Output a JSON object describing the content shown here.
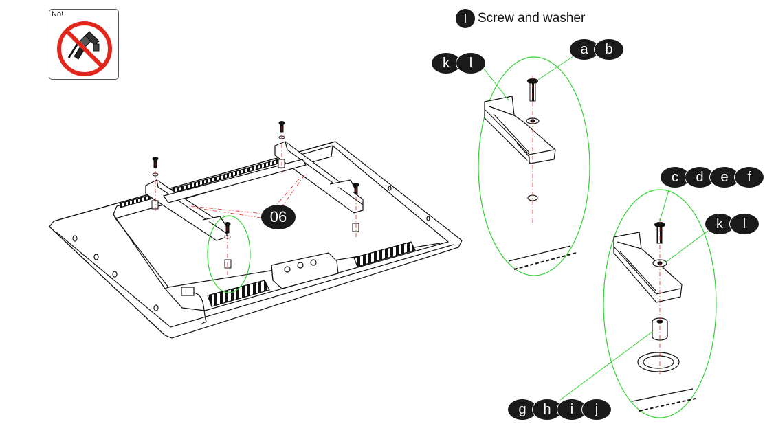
{
  "warning": {
    "label": "No!",
    "icon": "no-power-drill-icon"
  },
  "title": {
    "marker": "I",
    "text": "Screw and washer"
  },
  "main_callout": "06",
  "groups": {
    "top_right": [
      "a",
      "b"
    ],
    "top_left": [
      "k",
      "l"
    ],
    "lower_right": [
      "c",
      "d",
      "e",
      "f"
    ],
    "lower_mid": [
      "k",
      "l"
    ],
    "bottom": [
      "g",
      "h",
      "i",
      "j"
    ]
  },
  "colors": {
    "line": "#111111",
    "highlight": "#34d134",
    "centerline": "#e0201c",
    "badge": "#1a1a1a",
    "prohibit": "#e1261c"
  }
}
